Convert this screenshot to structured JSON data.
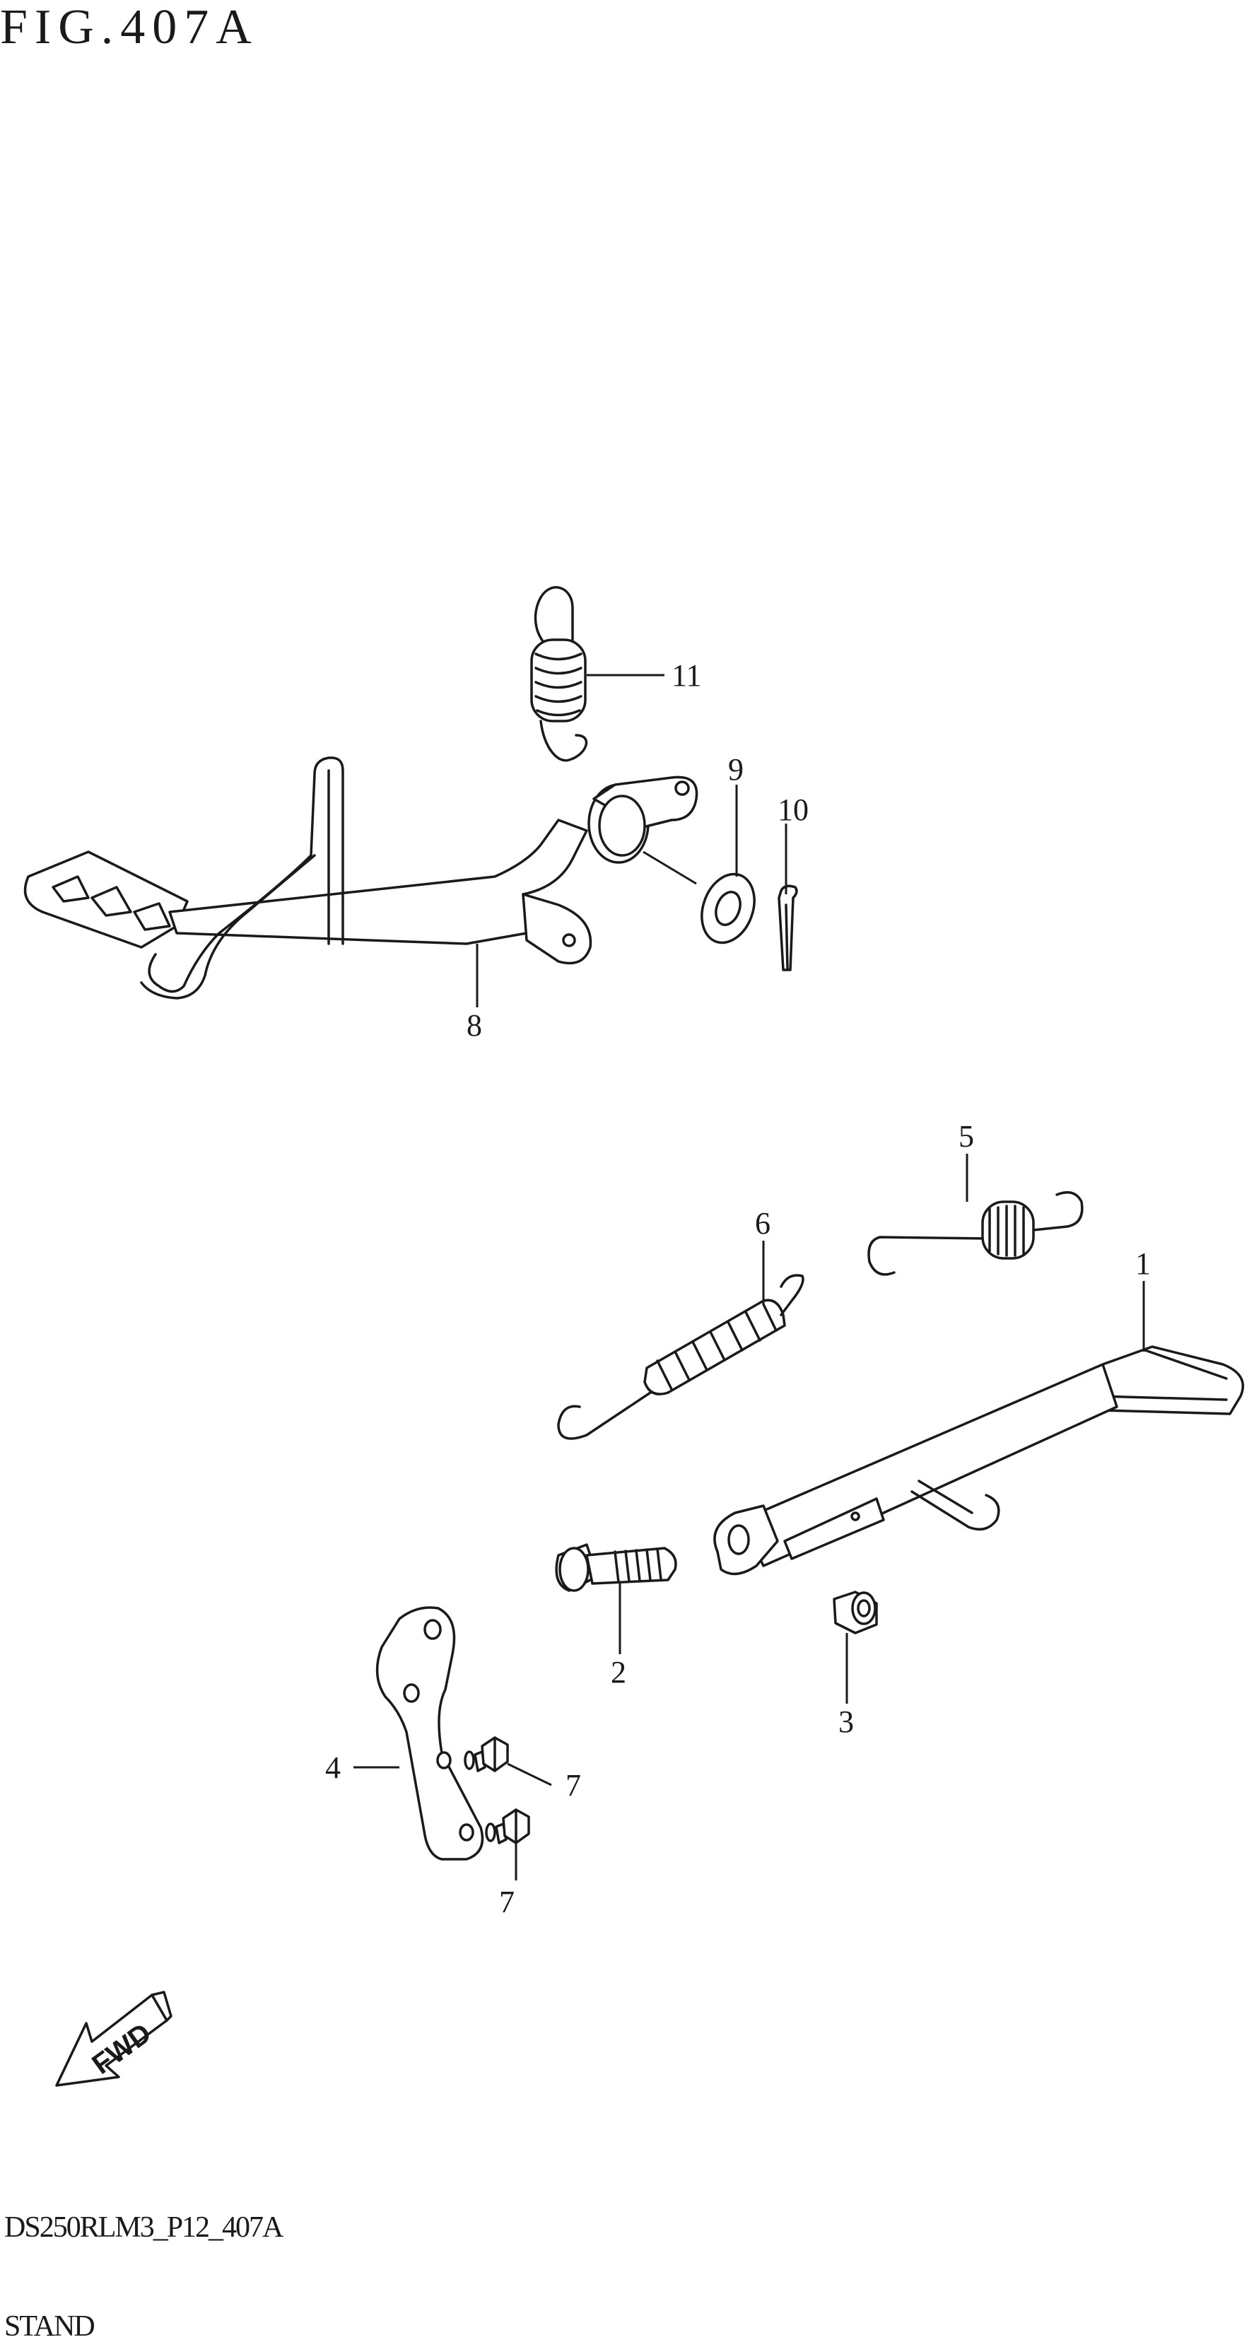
{
  "figure": {
    "title": "FIG.407A"
  },
  "footer": {
    "code": "DS250RLM3_P12_407A",
    "name": "STAND"
  },
  "fwd_arrow": {
    "label": "FWD"
  },
  "callouts": [
    {
      "number": "1"
    },
    {
      "number": "2"
    },
    {
      "number": "3"
    },
    {
      "number": "4"
    },
    {
      "number": "5"
    },
    {
      "number": "6"
    },
    {
      "number": "7"
    },
    {
      "number": "7"
    },
    {
      "number": "8"
    },
    {
      "number": "9"
    },
    {
      "number": "10"
    },
    {
      "number": "11"
    }
  ],
  "colors": {
    "line": "#1a1a1a",
    "background": "#ffffff"
  }
}
